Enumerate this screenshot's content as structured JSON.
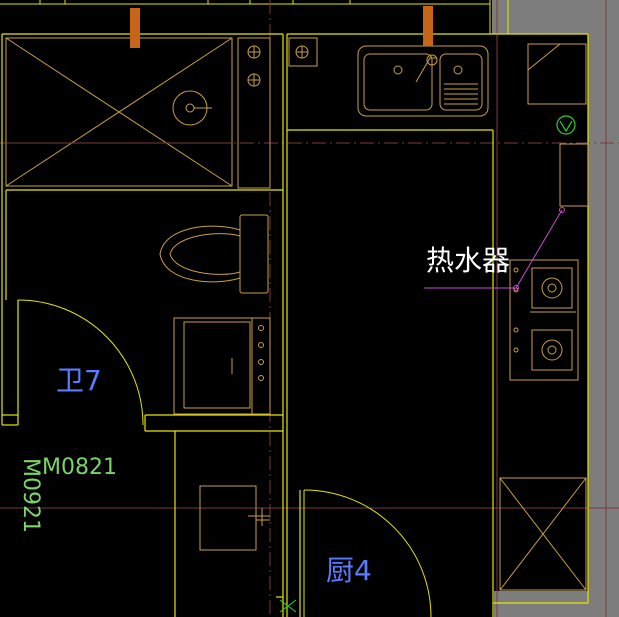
{
  "drawing": {
    "colors": {
      "background": "#000000",
      "wall": "#e6e600",
      "fixture": "#c8a040",
      "axis": "#7a3a3a",
      "hatch": "#8a8a8a",
      "label_blue": "#5a7cff",
      "label_green": "#7cd36a",
      "label_white": "#ffffff",
      "label_magenta": "#c64bd6",
      "symbol_green": "#29d629",
      "column_orange": "#c86418"
    },
    "labels": {
      "water_heater": "热水器",
      "bathroom": "卫7",
      "kitchen": "厨4",
      "door_code_horizontal": "M0821",
      "door_code_vertical": "M0921"
    }
  }
}
